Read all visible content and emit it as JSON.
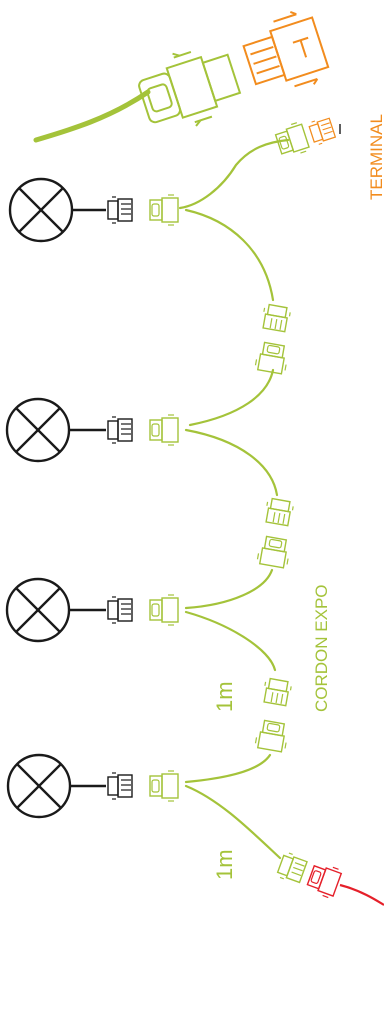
{
  "labels": {
    "terminal": "TERMINAL",
    "cordon_expo": "CORDON EXPO",
    "len_upper": "1m",
    "len_lower": "1m"
  },
  "colors": {
    "green": "#a4c33a",
    "orange": "#f28c1e",
    "red": "#e5202a",
    "black": "#1a1a1a"
  },
  "icons": {
    "lamp": "lamp-cross-circle-icon",
    "connector": "plug-connector-icon",
    "terminal": "terminal-end-cap-icon"
  }
}
